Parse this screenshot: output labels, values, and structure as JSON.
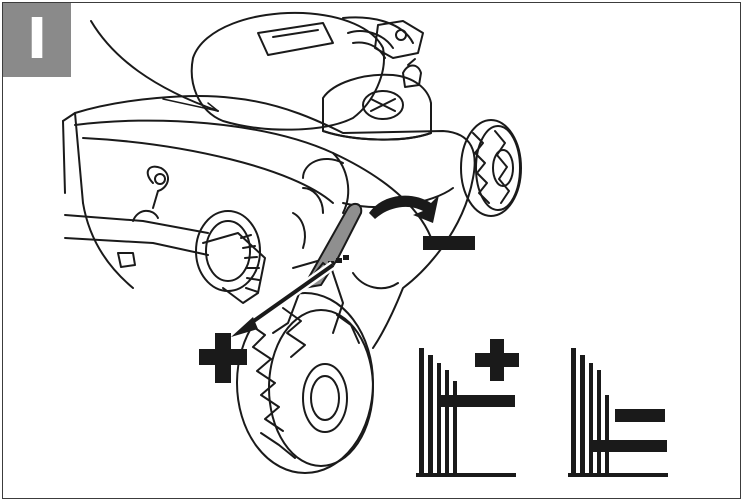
{
  "figure": {
    "step_label": "I",
    "lever_minus_sign": "−",
    "lever_plus_sign": "+",
    "legend_plus_sign": "+",
    "legend_minus_sign": "−",
    "colors": {
      "badge": "#8a8a8a",
      "lever": "#8f8f8f",
      "line": "#1a1a1a",
      "outline": "#3c3c3c"
    },
    "icons": [
      "mower-drawing",
      "height-lever",
      "arrow-increase",
      "arrow-decrease",
      "grass-tall-icon",
      "grass-short-icon"
    ]
  }
}
